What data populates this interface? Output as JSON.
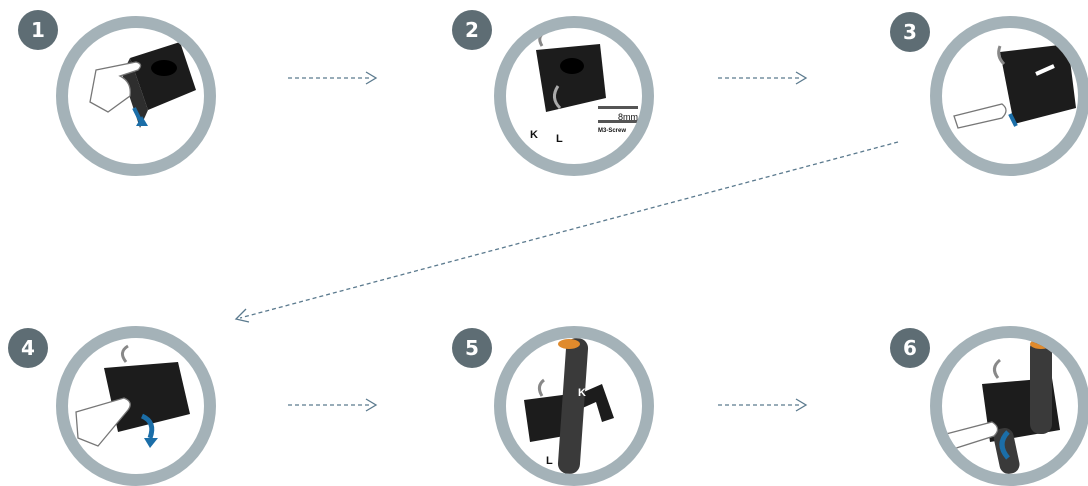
{
  "colors": {
    "ring": "#a4b2b8",
    "badge": "#5e6d74",
    "arrow": "#5b7a8e",
    "clamp": "#1c1c1c",
    "accent": "#1b6ea8",
    "cable": "#3a3a3a",
    "copper": "#e08a2c"
  },
  "steps": [
    {
      "number": "1",
      "icon": "finger-press-clamp-open-icon"
    },
    {
      "number": "2",
      "icon": "wire-terminal-screw-icon",
      "labels": {
        "k": "K",
        "l": "L",
        "dimension": "8mm",
        "screw": "M3-Screw"
      }
    },
    {
      "number": "3",
      "icon": "thumb-close-terminal-icon"
    },
    {
      "number": "4",
      "icon": "hand-open-clamp-icon"
    },
    {
      "number": "5",
      "icon": "insert-cable-icon",
      "labels": {
        "k": "K",
        "l": "L"
      }
    },
    {
      "number": "6",
      "icon": "close-clamp-on-cable-icon"
    }
  ]
}
